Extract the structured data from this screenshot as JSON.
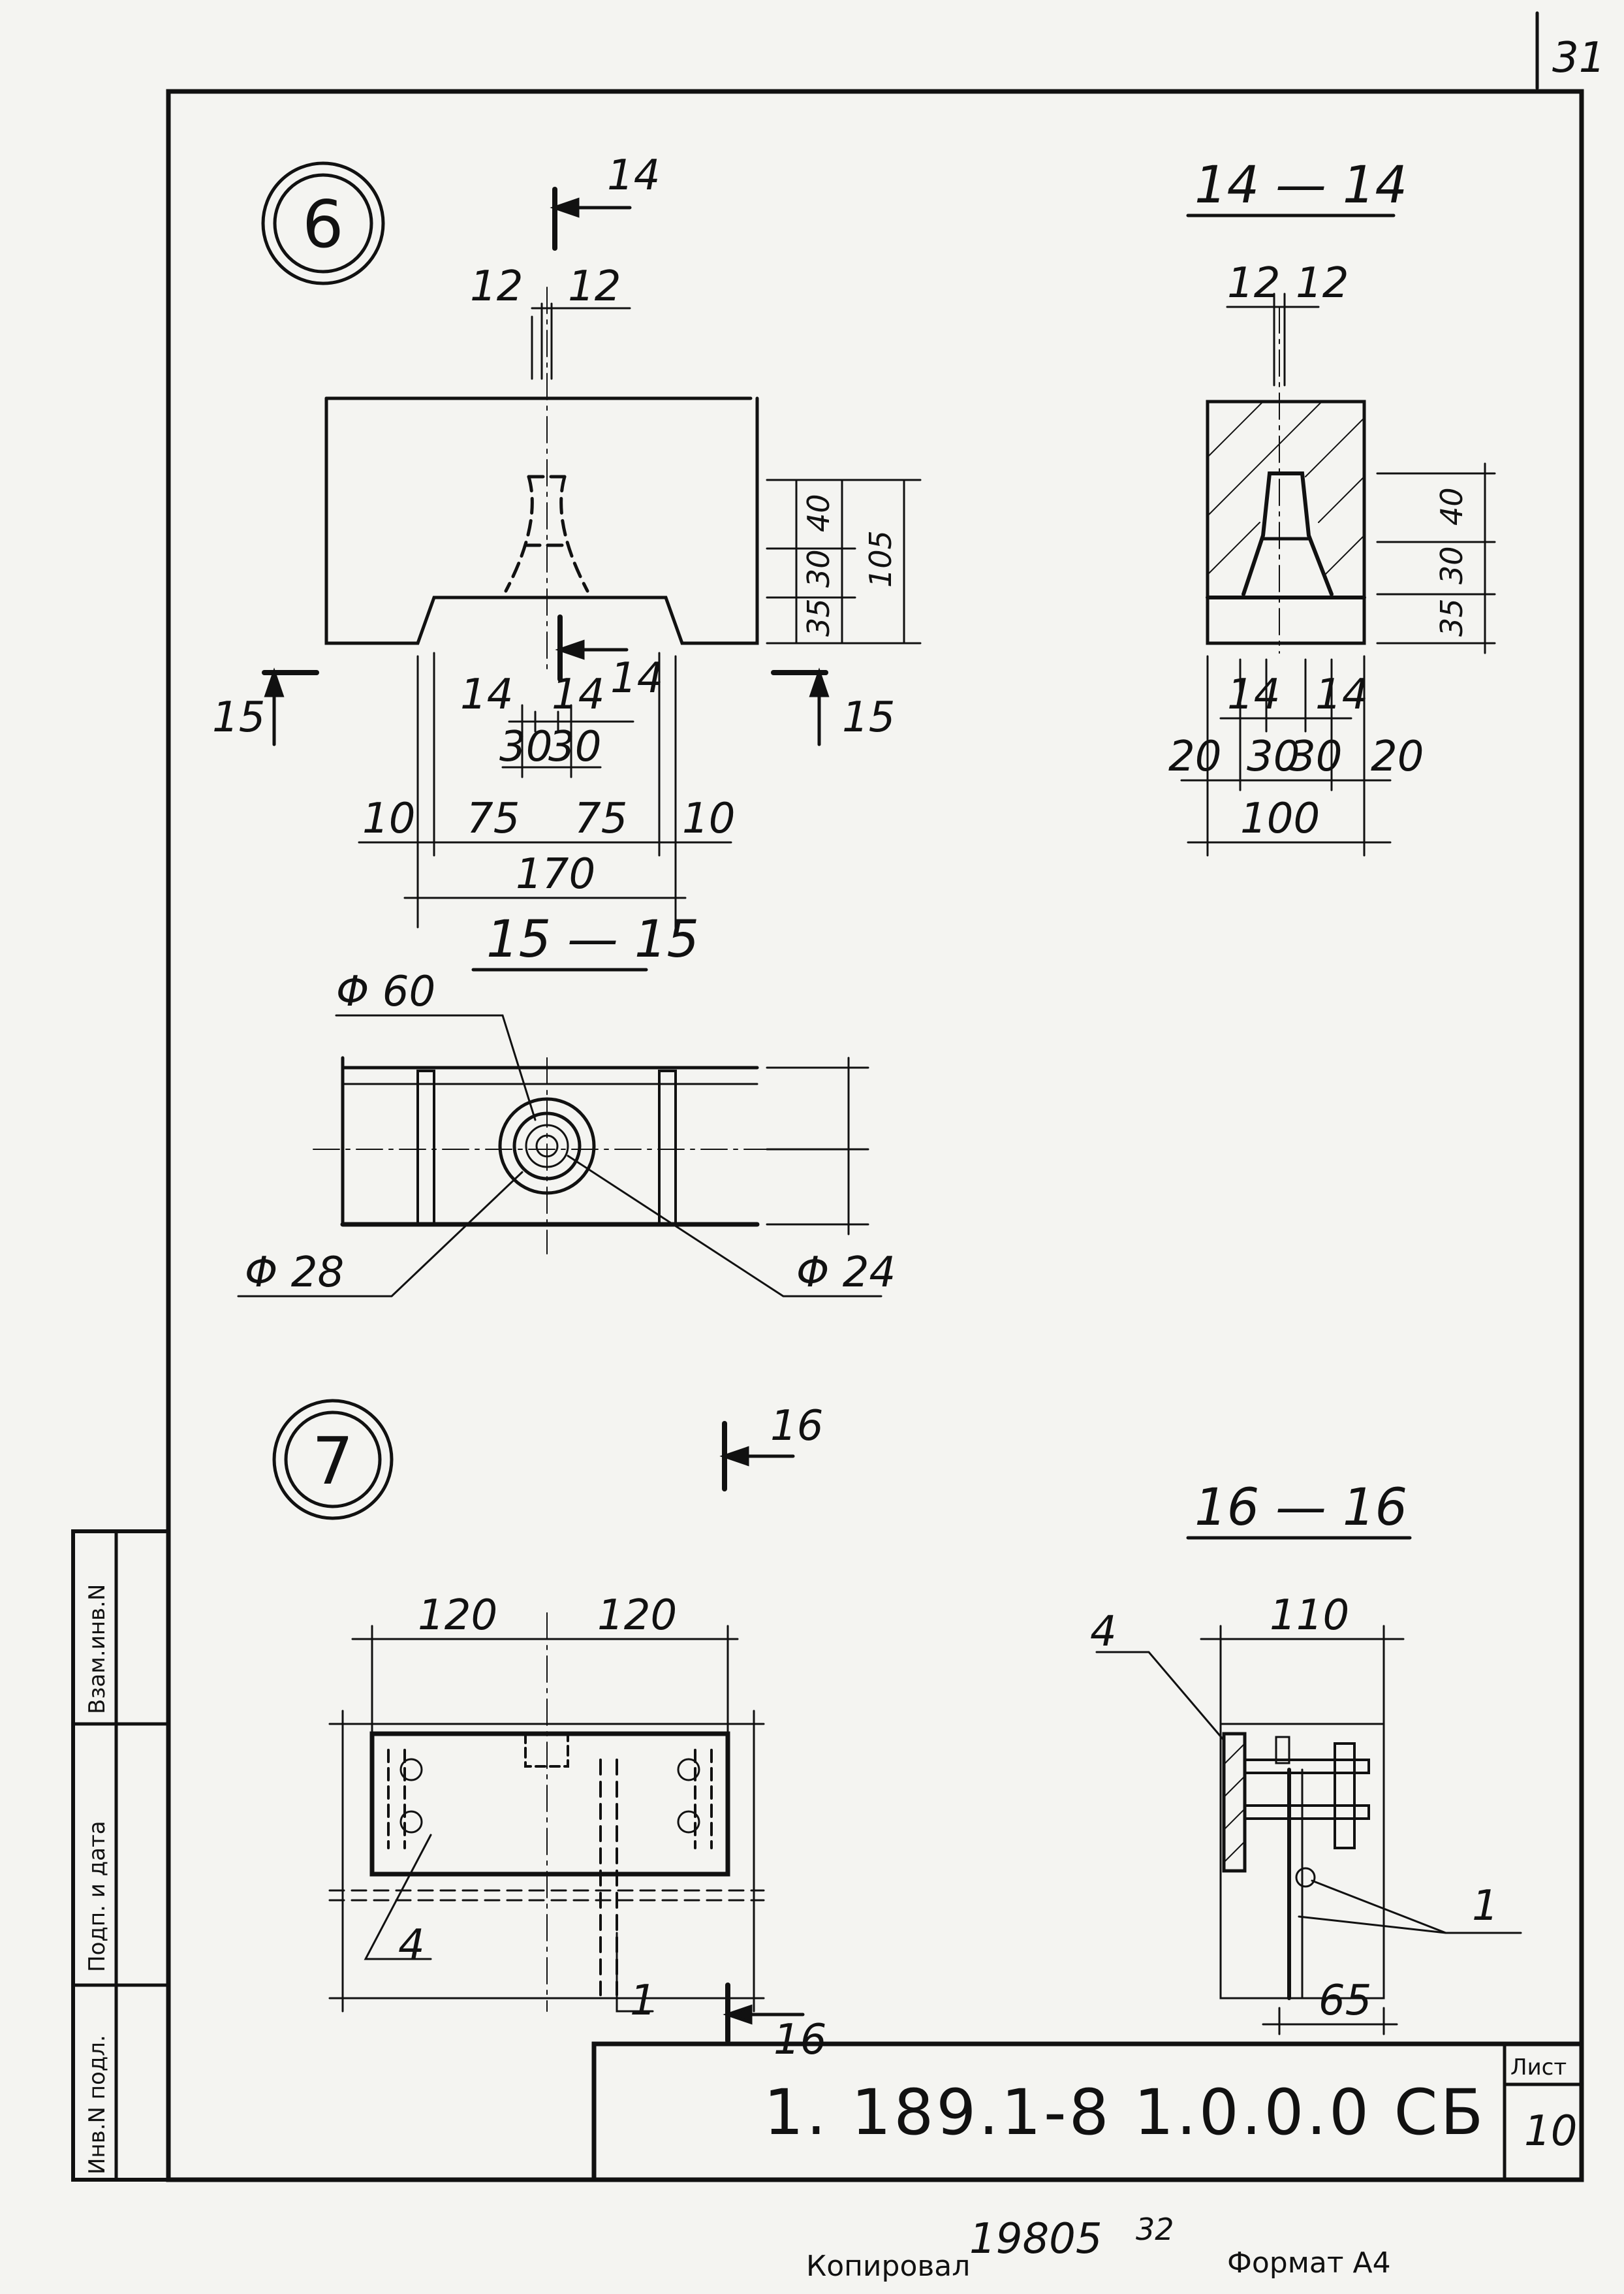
{
  "page_number": "31",
  "sheet_code": "1. 189.1-8  1.0.0.0 СБ",
  "sheet_label": "Лист",
  "sheet_number": "10",
  "side_stamp": {
    "col1": "Инв.N подл.",
    "col2": "Подп. и дата",
    "col3": "Взам.инв.N"
  },
  "footer": {
    "copied_label": "Копировал",
    "number": "19805",
    "number_suffix": "32",
    "format_label": "Формат А4"
  },
  "detail6": {
    "circle_label": "6",
    "cut_mark": "14",
    "cut_15": "15",
    "dim_top": [
      "12",
      "12"
    ],
    "dim_vert": [
      "40",
      "30",
      "35",
      "105"
    ],
    "dim_bottom_row1": [
      "14",
      "14"
    ],
    "dim_bottom_row2": [
      "30",
      "30"
    ],
    "dim_bottom_row3": [
      "10",
      "75",
      "75",
      "10"
    ],
    "dim_total": "170",
    "plan_title": "15 — 15",
    "phi60": "Φ 60",
    "phi28": "Φ 28",
    "phi24": "Φ 24"
  },
  "section14": {
    "title": "14 — 14",
    "dim_top": [
      "12",
      "12"
    ],
    "dim_vert": [
      "40",
      "30",
      "35"
    ],
    "dim_row1": [
      "14",
      "14"
    ],
    "dim_row2": [
      "20",
      "30",
      "30",
      "20"
    ],
    "dim_total": "100"
  },
  "detail7": {
    "circle_label": "7",
    "cut_mark": "16",
    "dim_top": [
      "120",
      "120"
    ],
    "leader_4": "4",
    "leader_1": "1"
  },
  "section16": {
    "title": "16 — 16",
    "dim_top": "110",
    "dim_bottom": "65",
    "leader_4": "4",
    "leader_1": "1"
  }
}
